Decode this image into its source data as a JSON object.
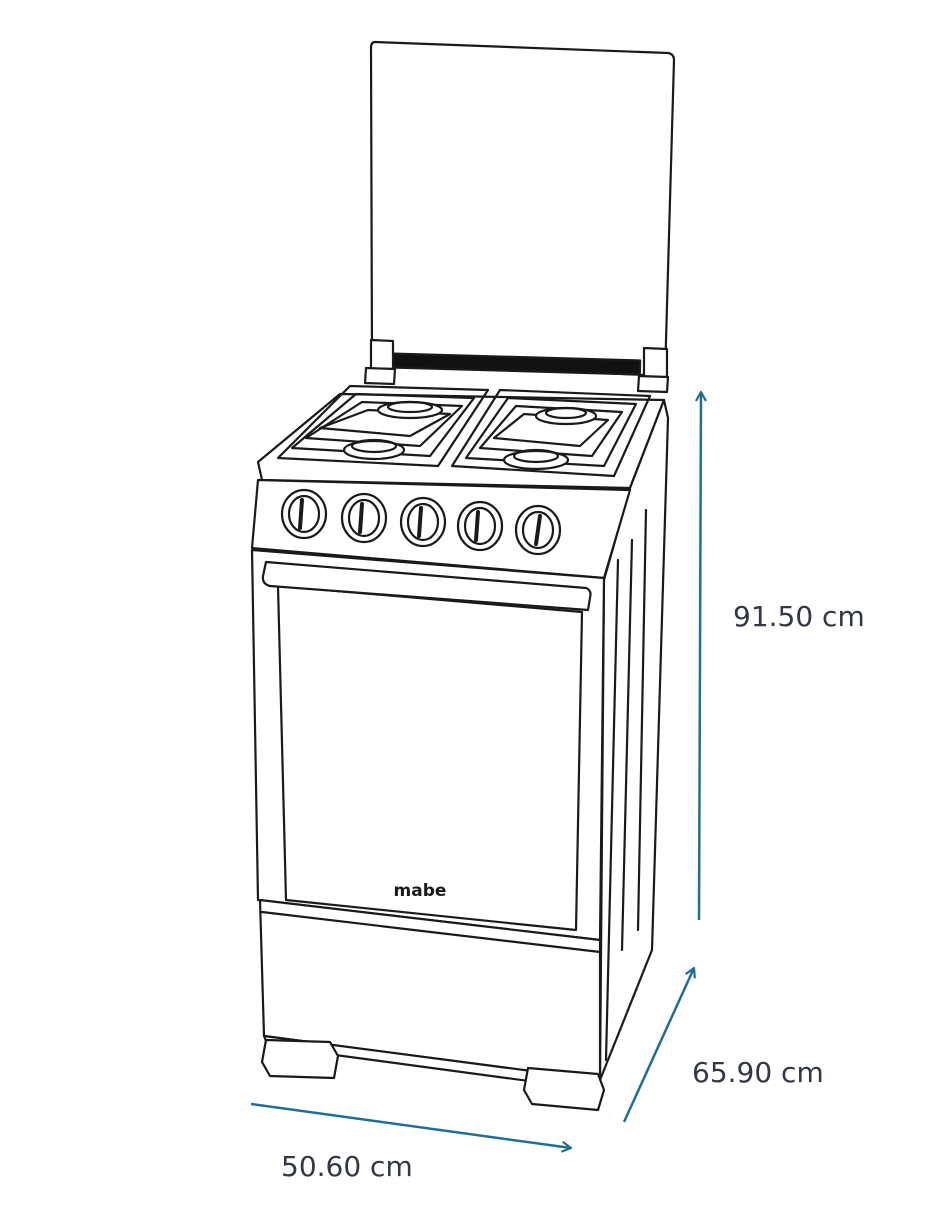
{
  "product": {
    "brand": "mabe",
    "type": "stove-with-lid-4-burners-5-knobs"
  },
  "dimensions": {
    "height": "91.50 cm",
    "depth": "65.90 cm",
    "width": "50.60 cm"
  },
  "colors": {
    "outline": "#1a1a1a",
    "dimension_arrow": "#1f6e96",
    "dimension_text": "#333845",
    "lid_hinge_strip": "#111111"
  }
}
